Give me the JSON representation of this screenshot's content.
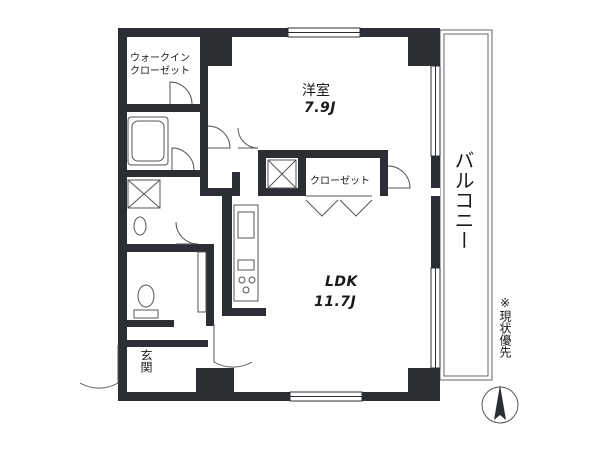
{
  "rooms": {
    "walkin": {
      "line1": "ウォークイン",
      "line2": "クローゼット"
    },
    "western": {
      "name": "洋室",
      "size": "7.9J"
    },
    "closet": "クローゼット",
    "ldk": {
      "name": "LDK",
      "size": "11.7J"
    },
    "entrance": "玄関",
    "balcony": "バルコニー"
  },
  "notes": {
    "current_condition": "※現状優先"
  },
  "compass": {
    "north_icon": "north-arrow-icon"
  },
  "colors": {
    "wall": "#2b2f34",
    "fixture": "#555555"
  }
}
